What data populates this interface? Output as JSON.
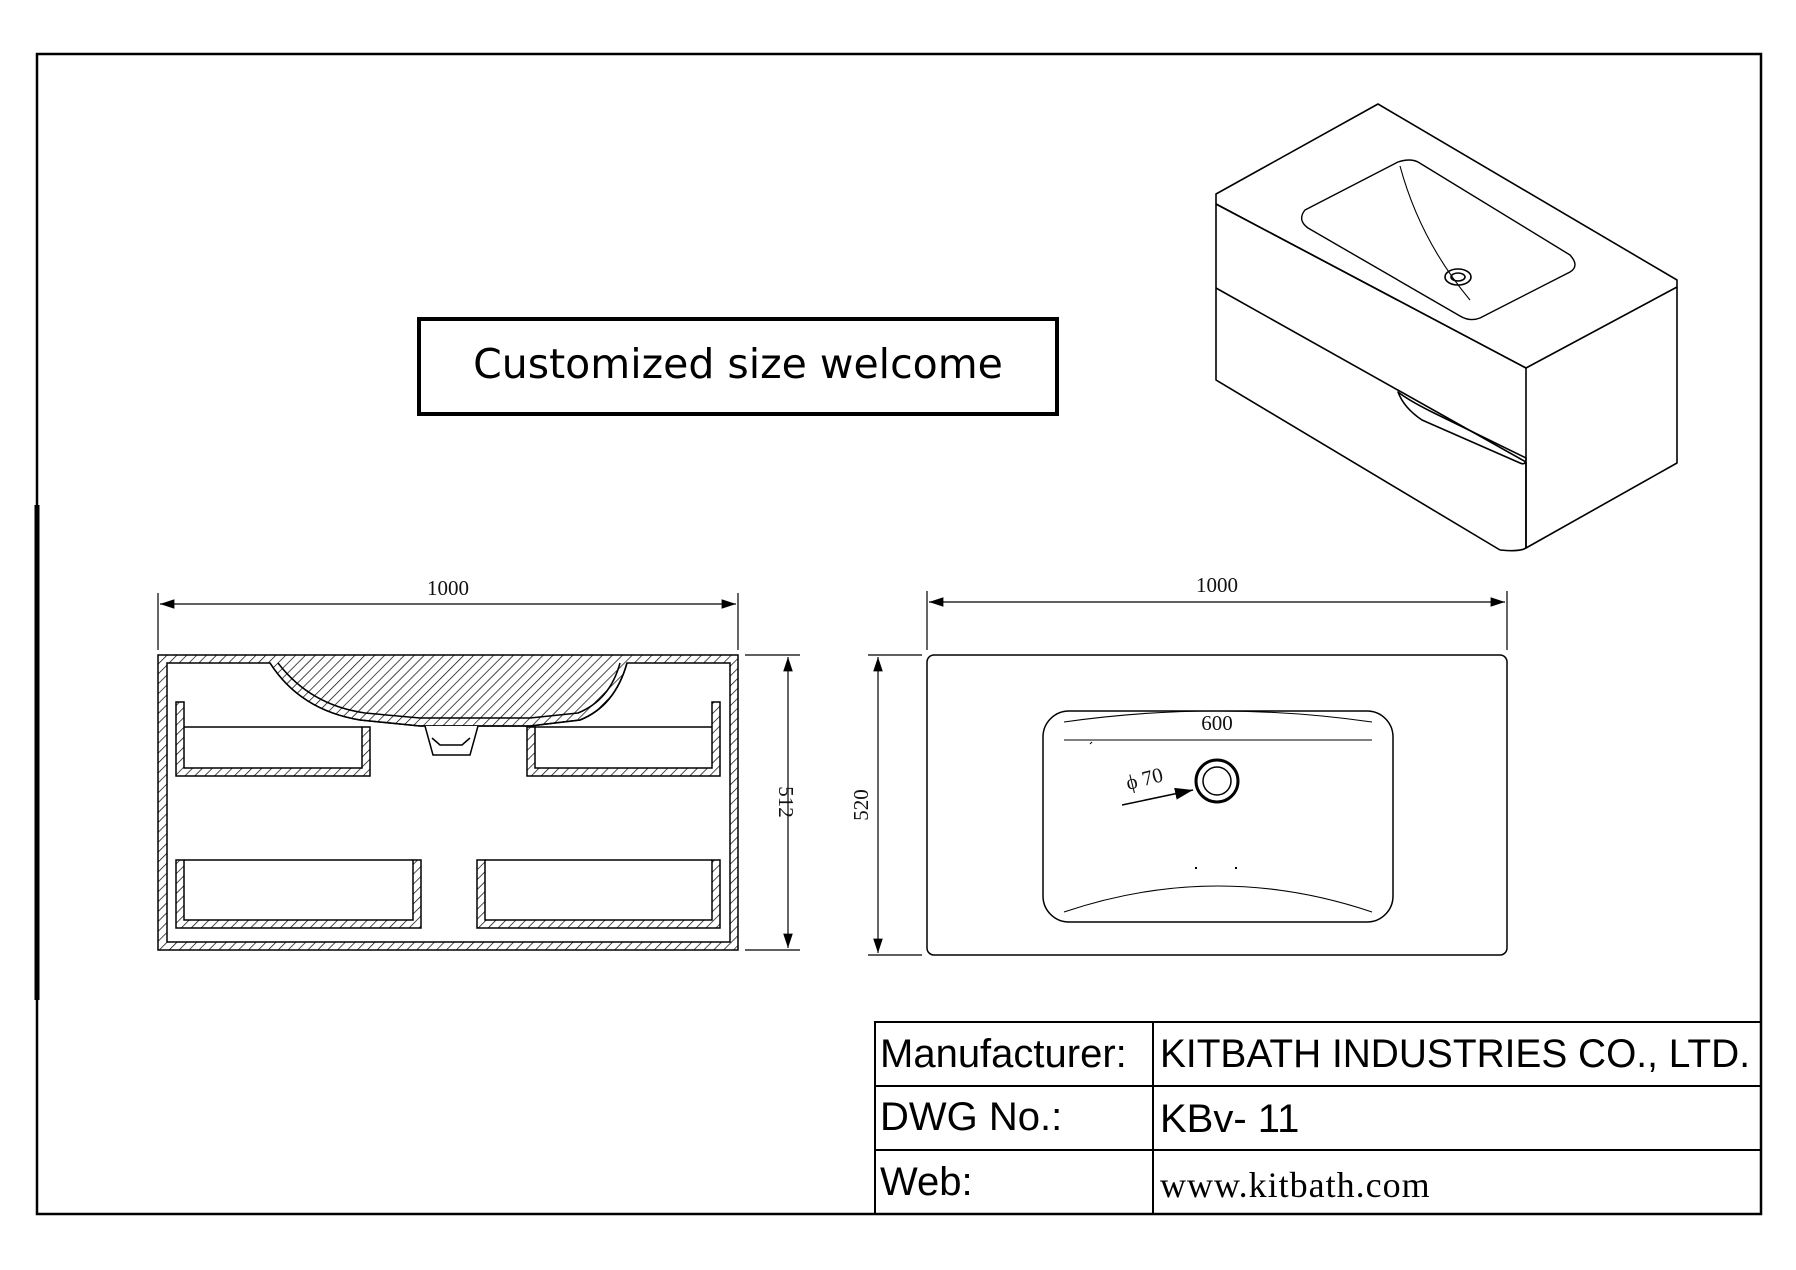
{
  "banner": {
    "text": "Customized size welcome"
  },
  "dimensions": {
    "front_width": "1000",
    "front_height": "512",
    "top_width": "1000",
    "top_depth": "520",
    "basin_width": "600",
    "drain_diameter": "ϕ 70"
  },
  "title_block": {
    "manufacturer_label": "Manufacturer:",
    "manufacturer_value": "KITBATH INDUSTRIES CO., LTD.",
    "dwg_label": "DWG No.:",
    "dwg_value": "KBv- 11",
    "web_label": "Web:",
    "web_value": "www.kitbath.com"
  }
}
